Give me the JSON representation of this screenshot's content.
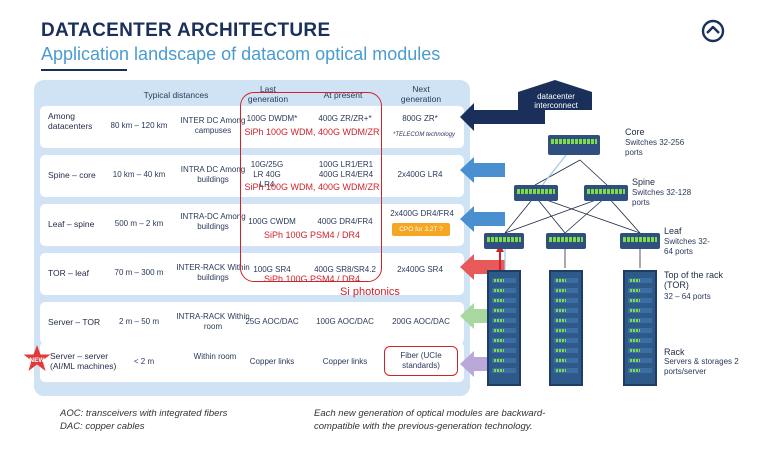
{
  "header": {
    "title": "DATACENTER ARCHITECTURE",
    "subtitle": "Application landscape of datacom optical modules"
  },
  "table": {
    "columns": {
      "distances": "Typical distances",
      "last": "Last generation",
      "present": "At present",
      "next": "Next generation"
    },
    "rows": [
      {
        "label": "Among datacenters",
        "distance": "80 km – 120 km",
        "scope": "INTER DC Among campuses",
        "last": "100G DWDM*",
        "present": "400G ZR/ZR+*",
        "next": "800G ZR*",
        "next_note": "*TELECOM technology",
        "siph": "SiPh 100G WDM, 400G WDM/ZR"
      },
      {
        "label": "Spine – core",
        "distance": "10 km – 40 km",
        "scope": "INTRA DC Among buildings",
        "last": "10G/25G LR 40G LR4",
        "present": "100G LR1/ER1 400G LR4/ER4",
        "next": "2x400G LR4",
        "siph": "SiPh 100G WDM, 400G WDM/ZR"
      },
      {
        "label": "Leaf – spine",
        "distance": "500 m – 2 km",
        "scope": "INTRA-DC Among buildings",
        "last": "100G CWDM",
        "present": "400G DR4/FR4",
        "next": "2x400G DR4/FR4",
        "next_badge": "CPO for 3.2T ?",
        "siph": "SiPh 100G PSM4 / DR4"
      },
      {
        "label": "TOR – leaf",
        "distance": "70 m – 300 m",
        "scope": "INTER-RACK Within buildings",
        "last": "100G SR4",
        "present": "400G SR8/SR4.2",
        "next": "2x400G SR4",
        "siph": "SiPh 100G PSM4 / DR4"
      },
      {
        "label": "Server – TOR",
        "distance": "2 m – 50 m",
        "scope": "INTRA-RACK Within room",
        "last": "25G AOC/DAC",
        "present": "100G AOC/DAC",
        "next": "200G AOC/DAC"
      },
      {
        "label": "Server – server (AI/ML machines)",
        "distance": "< 2 m",
        "scope": "Within room",
        "last": "Copper links",
        "present": "Copper links",
        "next": "Fiber (UCIe standards)",
        "badge": "NEW"
      }
    ],
    "si_photonics_label": "Si photonics"
  },
  "diagram": {
    "interconnect_label": "datacenter interconnect",
    "core": {
      "title": "Core",
      "detail": "Switches 32-256 ports"
    },
    "spine": {
      "title": "Spine",
      "detail": "Switches 32-128 ports"
    },
    "leaf": {
      "title": "Leaf",
      "detail": "Switches 32-64 ports"
    },
    "tor": {
      "title": "Top of the rack (TOR)",
      "detail": "32 – 64 ports"
    },
    "rack": {
      "title": "Rack",
      "detail": "Servers & storages 2 ports/server"
    },
    "colors": {
      "dark_arrow": "#1a2f5a",
      "blue_arrow": "#4a8fd0",
      "red_arrow": "#e85a5a",
      "green_arrow": "#a8d8a0",
      "purple_arrow": "#b9a8d8",
      "siph_red": "#d0222b"
    }
  },
  "footer": {
    "aoc": "AOC: transceivers with integrated fibers",
    "dac": "DAC: copper cables",
    "note1": "Each new generation of optical modules are backward-",
    "note2": "compatible with the previous-generation technology."
  },
  "logo_icon": "chevron-up-icon"
}
